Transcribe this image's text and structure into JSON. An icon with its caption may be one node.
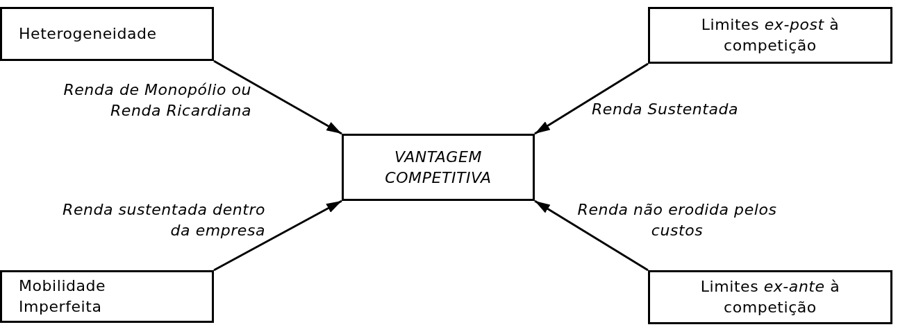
{
  "diagram": {
    "nodes": [
      {
        "text": [
          "Heterogeneidade"
        ]
      },
      {
        "text": [
          "Limites *ex-post* à competição"
        ]
      },
      {
        "text": [
          "VANTAGEM COMPETITIVA"
        ]
      },
      {
        "text": [
          "Mobilidade Imperfeita"
        ]
      },
      {
        "text": [
          "Limites *ex-ante* à competição"
        ]
      }
    ],
    "edges": [
      {
        "from": 0,
        "to": 2,
        "arrow": "to",
        "label": "Renda de Monopólio ou Renda Ricardiana"
      },
      {
        "from": 1,
        "to": 2,
        "arrow": "to",
        "label": "Renda Sustentada"
      },
      {
        "from": 3,
        "to": 2,
        "arrow": "to",
        "label": "Renda sustentada dentro da empresa"
      },
      {
        "from": 4,
        "to": 2,
        "arrow": "to",
        "label": "Renda não erodida pelos custos"
      }
    ]
  }
}
